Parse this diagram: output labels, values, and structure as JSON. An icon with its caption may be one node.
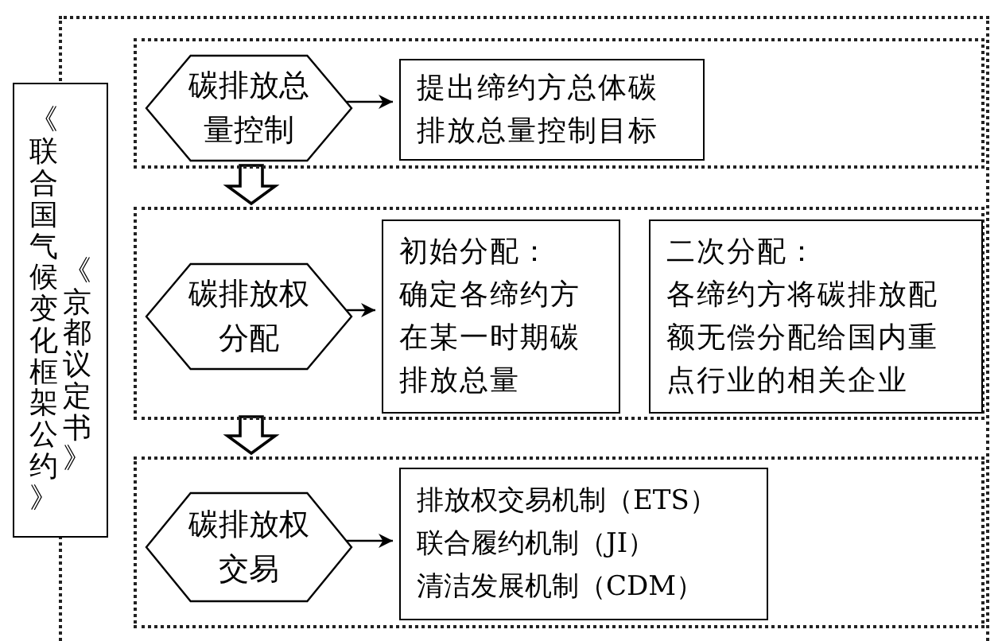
{
  "diagram": {
    "nodes": [
      {
        "text": [],
        "shape": "box"
      },
      {
        "text": [],
        "shape": "box",
        "in": 0
      },
      {
        "text": [
          "碳排放总量控制"
        ],
        "in": 1
      },
      {
        "text": [
          "提出缔约方总体碳排放总量控制目标"
        ],
        "in": 1
      },
      {
        "text": [],
        "shape": "box",
        "in": 0
      },
      {
        "text": [
          "碳排放权分配"
        ],
        "in": 4
      },
      {
        "text": [
          "初始分配：",
          "确定各缔约方在某一时期碳排放总量"
        ],
        "in": 4
      },
      {
        "text": [
          "二次分配：",
          "各缔约方将碳排放配额无偿分配给国内重点行业的相关企业"
        ],
        "in": 4
      },
      {
        "text": [],
        "shape": "box",
        "in": 0
      },
      {
        "text": [
          "碳排放权交易"
        ],
        "in": 8
      },
      {
        "text": [
          "排放权交易机制（ETS）",
          "联合履约机制（JI）",
          "清洁发展机制（CDM）"
        ],
        "in": 8
      },
      {
        "text": [
          "《联合国气候变化框架公约》",
          "《京都议定书》"
        ]
      }
    ],
    "edges": [
      {
        "from": 2,
        "to": 3,
        "arrow": "to"
      },
      {
        "from": 1,
        "to": 4,
        "arrow": "to",
        "style": "thick"
      },
      {
        "from": 5,
        "to": 6,
        "arrow": "to"
      },
      {
        "from": 4,
        "to": 8,
        "arrow": "to",
        "style": "thick"
      },
      {
        "from": 9,
        "to": 10,
        "arrow": "to"
      }
    ]
  }
}
